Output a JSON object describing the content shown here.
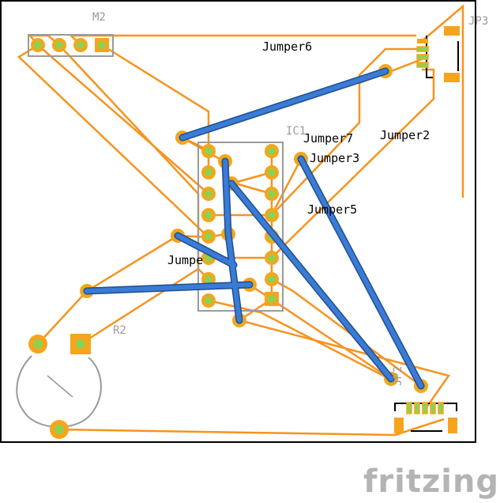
{
  "colors": {
    "board_outline": "#000000",
    "trace_bottom": "#f7931e",
    "trace_top": "#2f6fc0",
    "pad_ring": "#f7a41d",
    "pad_center": "#8fd14f",
    "silkscreen": "#9a9a9a",
    "logo": "#b4b4b4"
  },
  "parts": {
    "m2": "M2",
    "jp3": "JP3",
    "ic1": "IC1",
    "r2": "R2",
    "jp2": "JP2"
  },
  "jumpers": {
    "jumper6": "Jumper6",
    "jumper7": "Jumper7",
    "jumper2": "Jumper2",
    "jumper3": "Jumper3",
    "jumper5": "Jumper5",
    "jumper_partial": "Jumpe"
  },
  "logo": "fritzing"
}
